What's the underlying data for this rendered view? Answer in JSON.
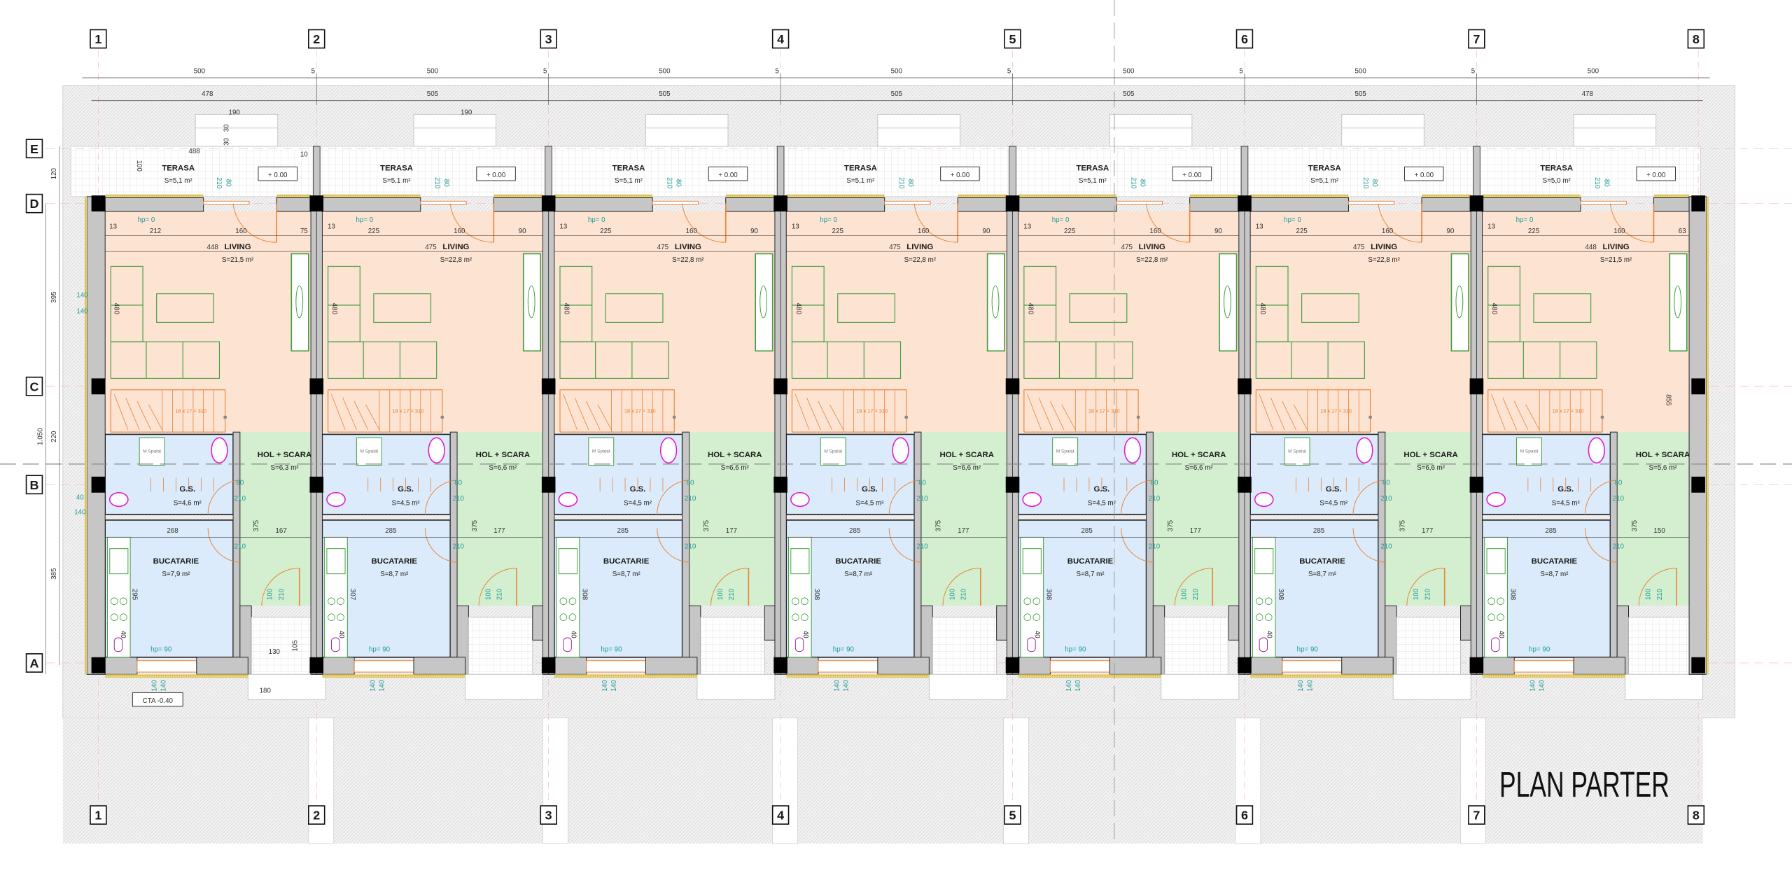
{
  "title": "PLAN PARTER",
  "level_marker": "+ 0.00",
  "cta": "CTA -0.40",
  "axes_x": [
    "1",
    "2",
    "3",
    "4",
    "5",
    "6",
    "7",
    "8"
  ],
  "axes_y": [
    "E",
    "D",
    "C",
    "B",
    "A"
  ],
  "dims_top": [
    "500",
    "500",
    "500",
    "500",
    "500",
    "500",
    "500"
  ],
  "dims_top_gap": "5",
  "dims_second": [
    "478",
    "505",
    "505",
    "505",
    "505",
    "505",
    "478"
  ],
  "dims_left": {
    "e_d": "120",
    "d_c": "395",
    "total": "1.050",
    "c_b": "220",
    "b_a": "385"
  },
  "dims_misc": {
    "terrace_depth": "488",
    "well_width": "190",
    "well_step": "30",
    "wall_end": "10",
    "terrace_wall": "100",
    "window_left_a": "140",
    "window_left_b": "140",
    "gs_window_a": "40",
    "gs_window_b": "140",
    "right_total": "855",
    "entry_width": "180",
    "entry_depth": "130",
    "entry_step": "105"
  },
  "labels": {
    "hp_top": "hp= 0",
    "hp_kitchen": "hp= 90",
    "stair": "18 x 17 = 310",
    "washer": "M Spalat",
    "door_terrace_h": "210",
    "door_terrace_w": "80",
    "door_gs_w": "80",
    "door_gs_h": "210",
    "door_entry_w": "100",
    "door_entry_h": "210",
    "window_w": "140",
    "window_h": "140",
    "living_depth": "480",
    "hall_depth": "375",
    "wall": "40",
    "partition": "13"
  },
  "units": [
    {
      "terasa": {
        "label": "TERASA",
        "area": "S=5,1 m²"
      },
      "living": {
        "label": "LIVING",
        "area": "S=21,5 m²",
        "width": "448"
      },
      "gs": {
        "label": "G.S.",
        "area": "S=4,6 m²"
      },
      "hol": {
        "label": "HOL + SCARA",
        "area": "S=6,3 m²"
      },
      "bucatarie": {
        "label": "BUCATARIE",
        "area": "S=7,9 m²",
        "width": "268",
        "depth": "295"
      },
      "living_dims": [
        "212",
        "160",
        "75"
      ],
      "hall_width": "167"
    },
    {
      "terasa": {
        "label": "TERASA",
        "area": "S=5,1 m²"
      },
      "living": {
        "label": "LIVING",
        "area": "S=22,8 m²",
        "width": "475"
      },
      "gs": {
        "label": "G.S.",
        "area": "S=4,5 m²"
      },
      "hol": {
        "label": "HOL + SCARA",
        "area": "S=6,6 m²"
      },
      "bucatarie": {
        "label": "BUCATARIE",
        "area": "S=8,7 m²",
        "width": "285",
        "depth": "307"
      },
      "living_dims": [
        "225",
        "160",
        "90"
      ],
      "hall_width": "177"
    },
    {
      "terasa": {
        "label": "TERASA",
        "area": "S=5,1 m²"
      },
      "living": {
        "label": "LIVING",
        "area": "S=22,8 m²",
        "width": "475"
      },
      "gs": {
        "label": "G.S.",
        "area": "S=4,5 m²"
      },
      "hol": {
        "label": "HOL + SCARA",
        "area": "S=6,6 m²"
      },
      "bucatarie": {
        "label": "BUCATARIE",
        "area": "S=8,7 m²",
        "width": "285",
        "depth": "308"
      },
      "living_dims": [
        "225",
        "160",
        "90"
      ],
      "hall_width": "177"
    },
    {
      "terasa": {
        "label": "TERASA",
        "area": "S=5,1 m²"
      },
      "living": {
        "label": "LIVING",
        "area": "S=22,8 m²",
        "width": "475"
      },
      "gs": {
        "label": "G.S.",
        "area": "S=4,5 m²"
      },
      "hol": {
        "label": "HOL + SCARA",
        "area": "S=6,6 m²"
      },
      "bucatarie": {
        "label": "BUCATARIE",
        "area": "S=8,7 m²",
        "width": "285",
        "depth": "308"
      },
      "living_dims": [
        "225",
        "160",
        "90"
      ],
      "hall_width": "177"
    },
    {
      "terasa": {
        "label": "TERASA",
        "area": "S=5,1 m²"
      },
      "living": {
        "label": "LIVING",
        "area": "S=22,8 m²",
        "width": "475"
      },
      "gs": {
        "label": "G.S.",
        "area": "S=4,5 m²"
      },
      "hol": {
        "label": "HOL + SCARA",
        "area": "S=6,6 m²"
      },
      "bucatarie": {
        "label": "BUCATARIE",
        "area": "S=8,7 m²",
        "width": "285",
        "depth": "308"
      },
      "living_dims": [
        "225",
        "160",
        "90"
      ],
      "hall_width": "177"
    },
    {
      "terasa": {
        "label": "TERASA",
        "area": "S=5,1 m²"
      },
      "living": {
        "label": "LIVING",
        "area": "S=22,8 m²",
        "width": "475"
      },
      "gs": {
        "label": "G.S.",
        "area": "S=4,5 m²"
      },
      "hol": {
        "label": "HOL + SCARA",
        "area": "S=6,6 m²"
      },
      "bucatarie": {
        "label": "BUCATARIE",
        "area": "S=8,7 m²",
        "width": "285",
        "depth": "308"
      },
      "living_dims": [
        "225",
        "160",
        "90"
      ],
      "hall_width": "177"
    },
    {
      "terasa": {
        "label": "TERASA",
        "area": "S=5,0 m²"
      },
      "living": {
        "label": "LIVING",
        "area": "S=21,5 m²",
        "width": "448"
      },
      "gs": {
        "label": "G.S.",
        "area": "S=4,5 m²"
      },
      "hol": {
        "label": "HOL + SCARA",
        "area": "S=5,6 m²"
      },
      "bucatarie": {
        "label": "BUCATARIE",
        "area": "S=8,7 m²",
        "width": "285",
        "depth": "308"
      },
      "living_dims": [
        "225",
        "160",
        "63"
      ],
      "hall_width": "150"
    }
  ],
  "colors": {
    "living": "#fde3d2",
    "hall": "#d4efcf",
    "wet": "#dcebfb",
    "wall": "#c6c6c6",
    "furniture": "#3f9e3f",
    "stair": "#e8843a",
    "sanitary": "#e020d0",
    "teal": "#1d9a9a"
  }
}
